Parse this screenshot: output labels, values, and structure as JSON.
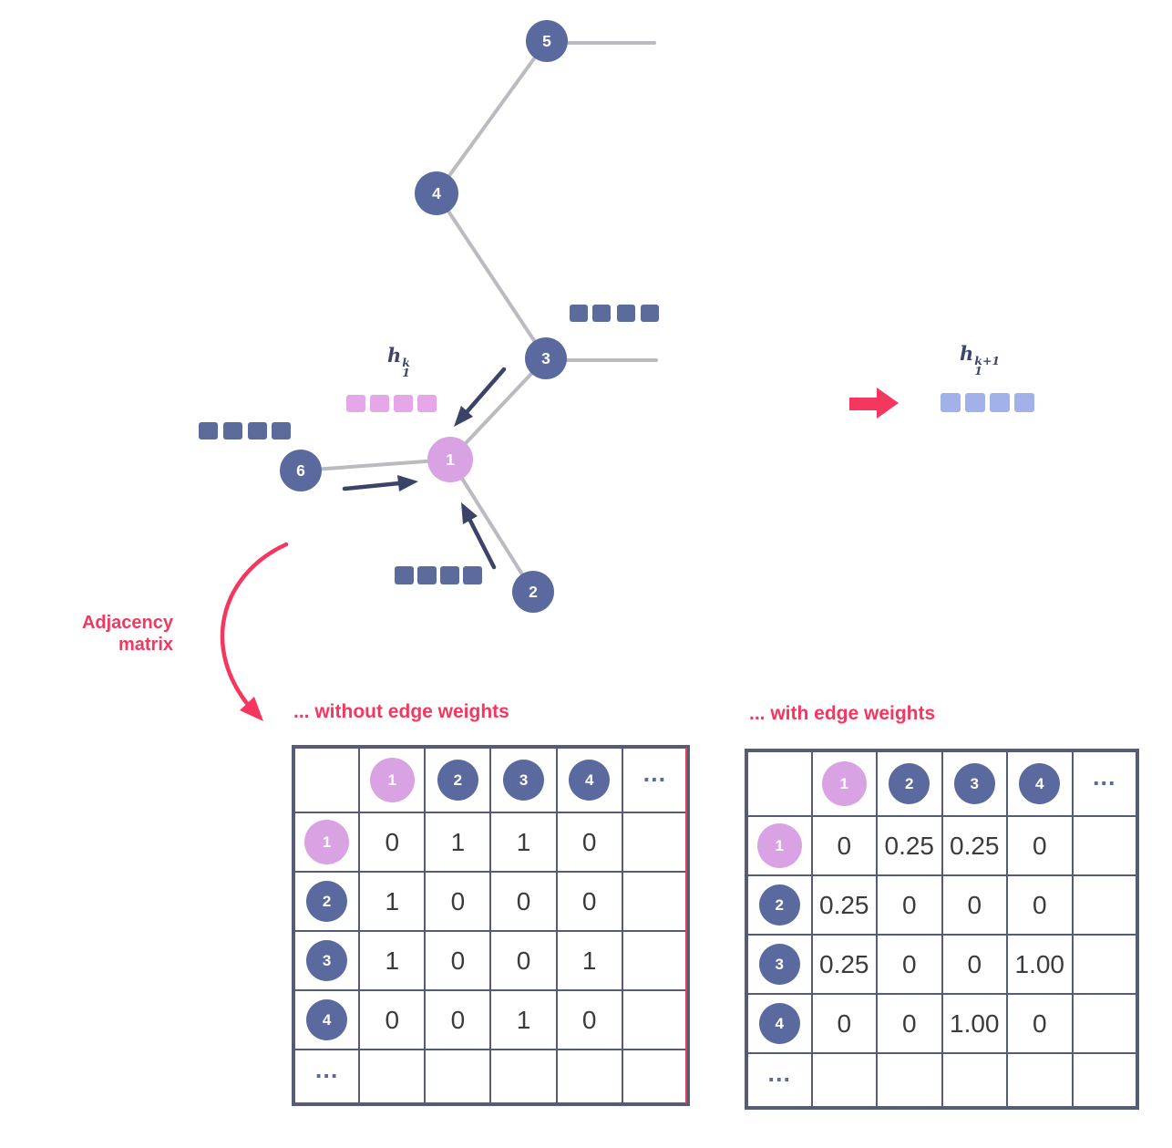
{
  "colors": {
    "node_navy": "#5b6a9e",
    "node_pink": "#d9a2e2",
    "edge_gray": "#babac0",
    "arrow_navy": "#3c4368",
    "accent_red": "#f5365f",
    "square_pink": "#e6a7e8",
    "square_navy": "#5a6b9c",
    "square_blue": "#a2b1e9",
    "table_border": "#565b76"
  },
  "graph": {
    "nodes": [
      {
        "label": "5"
      },
      {
        "label": "4"
      },
      {
        "label": "3"
      },
      {
        "label": "1"
      },
      {
        "label": "6"
      },
      {
        "label": "2"
      }
    ],
    "feature_labels": {
      "hk": {
        "base": "h",
        "sup": "k",
        "sub": "1"
      },
      "hk1": {
        "base": "h",
        "sup": "k+1",
        "sub": "1"
      }
    }
  },
  "annotations": {
    "adjacency_line1": "Adjacency",
    "adjacency_line2": "matrix"
  },
  "tables": {
    "without": {
      "title": "... without edge weights",
      "col_headers": [
        "1",
        "2",
        "3",
        "4",
        "..."
      ],
      "row_headers": [
        "1",
        "2",
        "3",
        "4",
        "..."
      ],
      "rows": [
        [
          "0",
          "1",
          "1",
          "0",
          ""
        ],
        [
          "1",
          "0",
          "0",
          "0",
          ""
        ],
        [
          "1",
          "0",
          "0",
          "1",
          ""
        ],
        [
          "0",
          "0",
          "1",
          "0",
          ""
        ],
        [
          "",
          "",
          "",
          "",
          ""
        ]
      ]
    },
    "with": {
      "title": "... with edge weights",
      "col_headers": [
        "1",
        "2",
        "3",
        "4",
        "..."
      ],
      "row_headers": [
        "1",
        "2",
        "3",
        "4",
        "..."
      ],
      "rows": [
        [
          "0",
          "0.25",
          "0.25",
          "0",
          ""
        ],
        [
          "0.25",
          "0",
          "0",
          "0",
          ""
        ],
        [
          "0.25",
          "0",
          "0",
          "1.00",
          ""
        ],
        [
          "0",
          "0",
          "1.00",
          "0",
          ""
        ],
        [
          "",
          "",
          "",
          "",
          ""
        ]
      ]
    }
  }
}
